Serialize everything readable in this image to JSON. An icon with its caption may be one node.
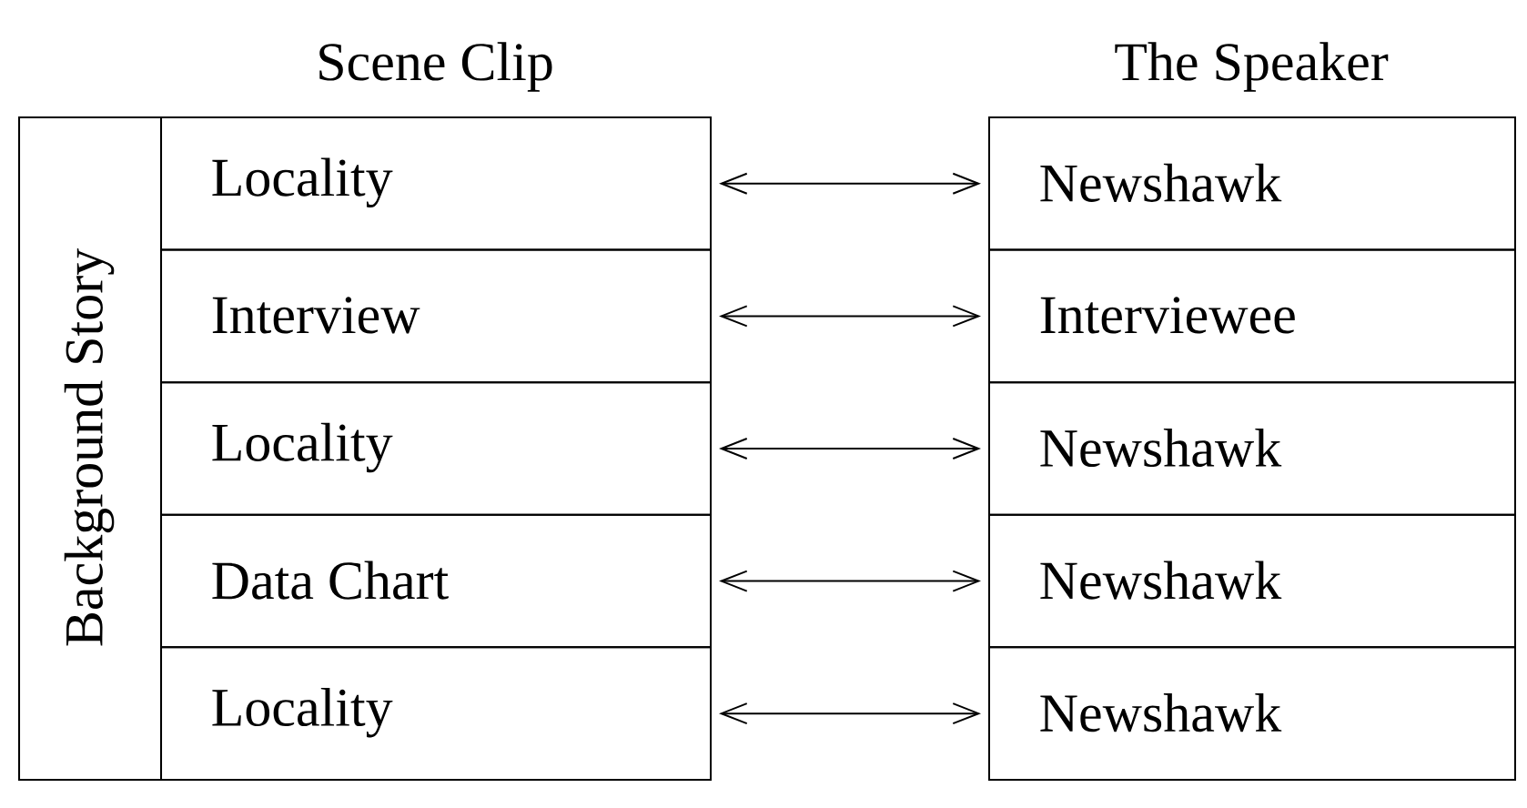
{
  "diagram": {
    "nodes": [
      {
        "text": [
          "Scene Clip"
        ]
      },
      {
        "text": [
          "Background Story"
        ],
        "in": 0
      },
      {
        "text": [
          "Locality"
        ],
        "in": 0
      },
      {
        "text": [
          "Interview"
        ],
        "in": 0
      },
      {
        "text": [
          "Locality"
        ],
        "in": 0
      },
      {
        "text": [
          "Data Chart"
        ],
        "in": 0
      },
      {
        "text": [
          "Locality"
        ],
        "in": 0
      },
      {
        "text": [
          "The Speaker"
        ]
      },
      {
        "text": [
          "Newshawk"
        ],
        "in": 7
      },
      {
        "text": [
          "Interviewee"
        ],
        "in": 7
      },
      {
        "text": [
          "Newshawk"
        ],
        "in": 7
      },
      {
        "text": [
          "Newshawk"
        ],
        "in": 7
      },
      {
        "text": [
          "Newshawk"
        ],
        "in": 7
      }
    ],
    "edges": [
      {
        "from": 2,
        "to": 8,
        "arrow": "both"
      },
      {
        "from": 3,
        "to": 9,
        "arrow": "both"
      },
      {
        "from": 4,
        "to": 10,
        "arrow": "both"
      },
      {
        "from": 5,
        "to": 11,
        "arrow": "both"
      },
      {
        "from": 6,
        "to": 12,
        "arrow": "both"
      }
    ]
  }
}
